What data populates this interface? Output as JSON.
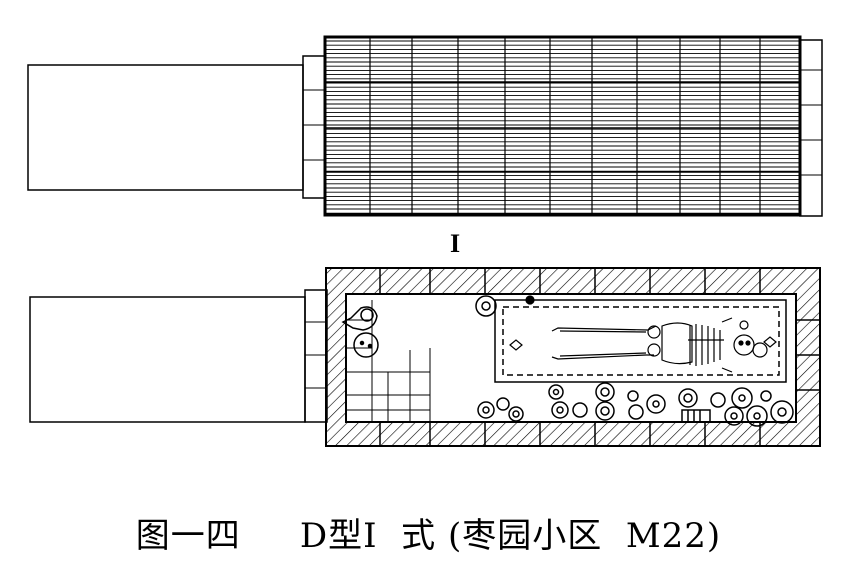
{
  "drawing": {
    "section_label": "I",
    "colors": {
      "ink": "#000000",
      "paper": "#ffffff"
    }
  },
  "caption": {
    "figure_no": "图一四",
    "type": "D型I",
    "form": "式 (枣园小区",
    "tomb": "M22)"
  }
}
